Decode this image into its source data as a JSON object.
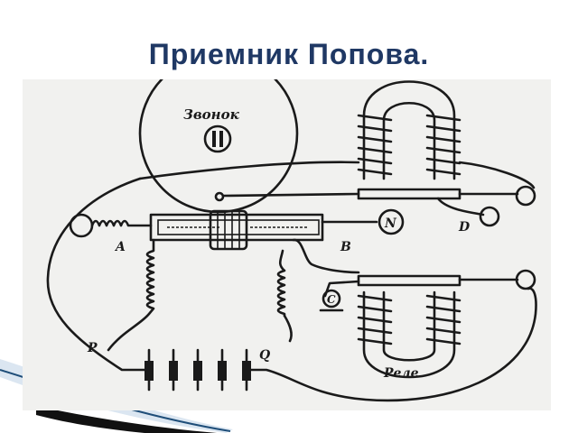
{
  "title": "Приемник Попова.",
  "diagram": {
    "bell_label": "Звонок",
    "relay_label": "Реле",
    "coherer_left_label": "A",
    "coherer_right_label": "B",
    "contact_n_label": "N",
    "contact_d_label": "D",
    "contact_c_label": "C",
    "battery_left_label": "P",
    "battery_right_label": "Q"
  },
  "colors": {
    "title": "#1f3864",
    "ink": "#1a1a1a",
    "panel": "#f1f1ef",
    "wave": "#1f4e79"
  }
}
